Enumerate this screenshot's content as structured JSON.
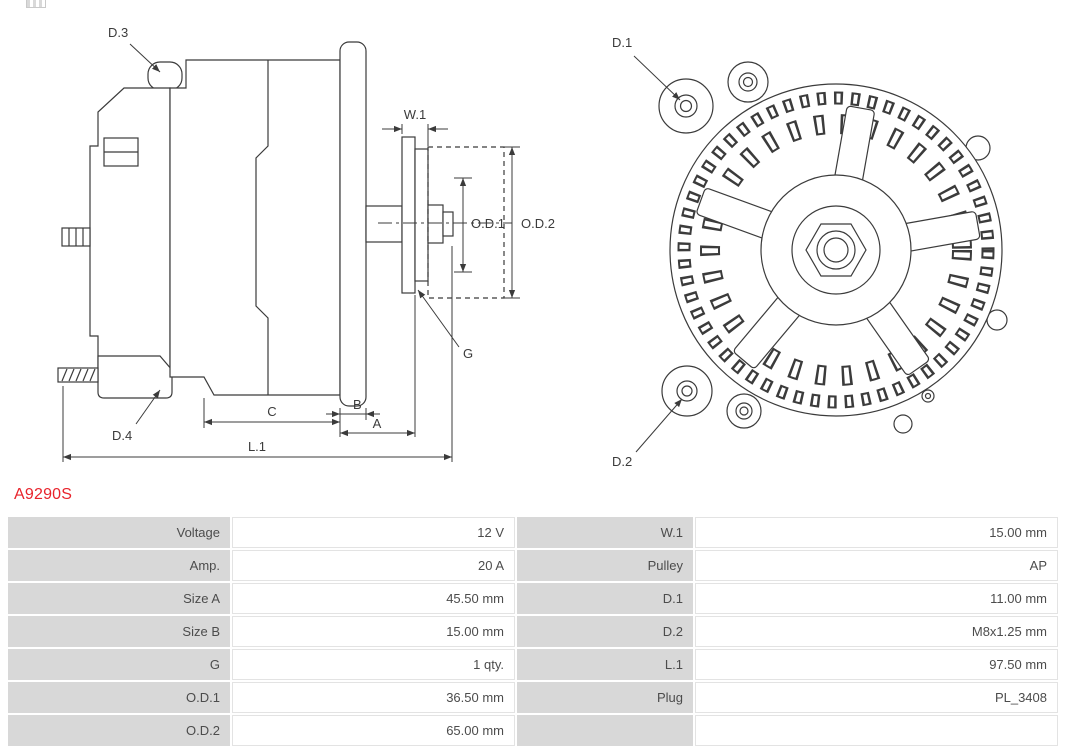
{
  "part_number": "A9290S",
  "colors": {
    "accent_red": "#e8232b",
    "label_bg": "#d8d8d8",
    "line": "#3b3b3b"
  },
  "diagram": {
    "side_view": {
      "labels": {
        "d3": "D.3",
        "d4": "D.4",
        "w1": "W.1",
        "od1": "O.D.1",
        "od2": "O.D.2",
        "g": "G",
        "a": "A",
        "b": "B",
        "c": "C",
        "l1": "L.1"
      }
    },
    "front_view": {
      "labels": {
        "d1": "D.1",
        "d2": "D.2"
      }
    }
  },
  "table": {
    "rows": [
      {
        "label_left": "Voltage",
        "value_left": "12 V",
        "label_right": "W.1",
        "value_right": "15.00 mm"
      },
      {
        "label_left": "Amp.",
        "value_left": "20 A",
        "label_right": "Pulley",
        "value_right": "AP"
      },
      {
        "label_left": "Size A",
        "value_left": "45.50 mm",
        "label_right": "D.1",
        "value_right": "11.00 mm"
      },
      {
        "label_left": "Size B",
        "value_left": "15.00 mm",
        "label_right": "D.2",
        "value_right": "M8x1.25 mm"
      },
      {
        "label_left": "G",
        "value_left": "1 qty.",
        "label_right": "L.1",
        "value_right": "97.50 mm"
      },
      {
        "label_left": "O.D.1",
        "value_left": "36.50 mm",
        "label_right": "Plug",
        "value_right": "PL_3408"
      },
      {
        "label_left": "O.D.2",
        "value_left": "65.00 mm",
        "label_right": "",
        "value_right": ""
      }
    ]
  }
}
